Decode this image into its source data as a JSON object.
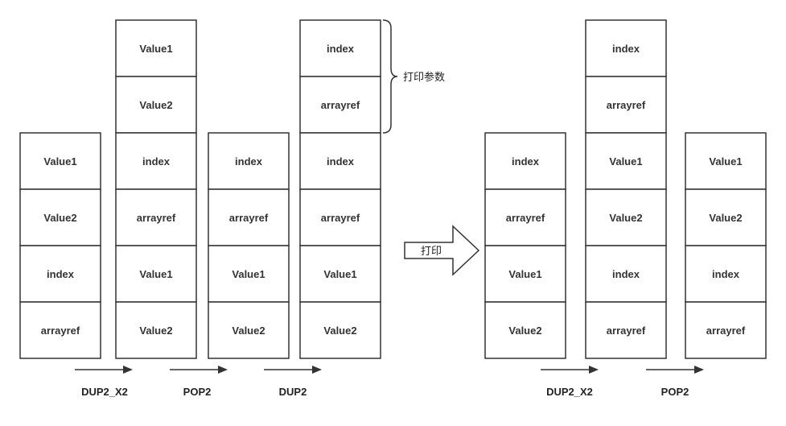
{
  "stacks": [
    {
      "cells": [
        "Value1",
        "Value2",
        "index",
        "arrayref"
      ]
    },
    {
      "cells": [
        "Value1",
        "Value2",
        "index",
        "arrayref",
        "Value1",
        "Value2"
      ]
    },
    {
      "cells": [
        "index",
        "arrayref",
        "Value1",
        "Value2"
      ]
    },
    {
      "cells": [
        "index",
        "arrayref",
        "index",
        "arrayref",
        "Value1",
        "Value2"
      ]
    },
    {
      "cells": [
        "index",
        "arrayref",
        "Value1",
        "Value2"
      ]
    },
    {
      "cells": [
        "index",
        "arrayref",
        "Value1",
        "Value2",
        "index",
        "arrayref"
      ]
    },
    {
      "cells": [
        "Value1",
        "Value2",
        "index",
        "arrayref"
      ]
    }
  ],
  "operations": [
    {
      "label": "DUP2_X2"
    },
    {
      "label": "POP2"
    },
    {
      "label": "DUP2"
    },
    {
      "label": "DUP2_X2"
    },
    {
      "label": "POP2"
    }
  ],
  "brace_label": "打印参数",
  "print_arrow_label": "打印"
}
